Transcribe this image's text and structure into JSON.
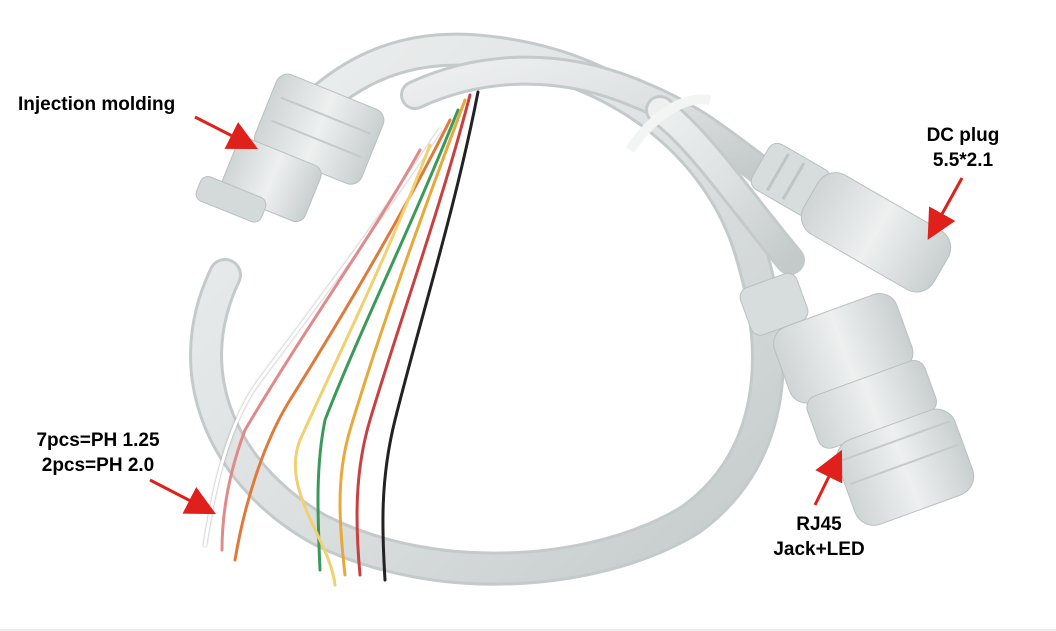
{
  "labels": {
    "injection": "Injection molding",
    "dc_line1": "DC plug",
    "dc_line2": "5.5*2.1",
    "ph_line1": "7pcs=PH 1.25",
    "ph_line2": "2pcs=PH 2.0",
    "rj_line1": "RJ45",
    "rj_line2": "Jack+LED"
  },
  "colors": {
    "background": "#ffffff",
    "cable": "#dfe2e2",
    "cable_shadow": "#b9bfbf",
    "arrow": "#e0201a",
    "text": "#000000"
  },
  "wire_colors": [
    "#ffffff",
    "#e07a3a",
    "#3a9a5a",
    "#e8a83a",
    "#c94040",
    "#222222",
    "#e28a8a",
    "#f0d070",
    "#5a5a5a"
  ]
}
